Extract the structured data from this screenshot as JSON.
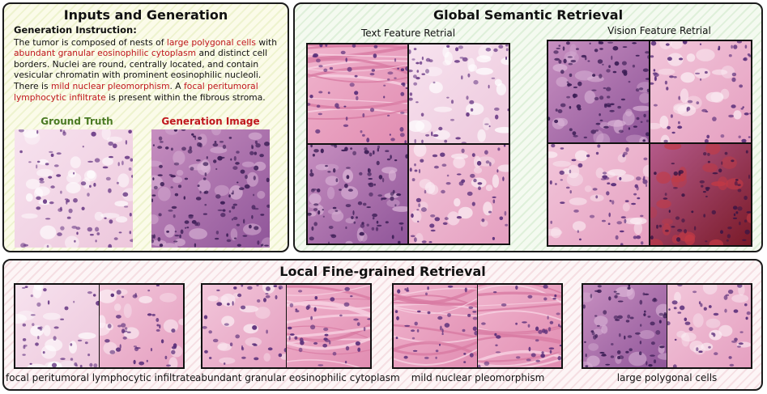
{
  "panels": {
    "inputs": {
      "title": "Inputs and Generation",
      "instruction_heading": "Generation Instruction:",
      "instruction_segments": [
        {
          "text": "The tumor is composed of nests of ",
          "highlight": false
        },
        {
          "text": "large polygonal cells",
          "highlight": true
        },
        {
          "text": " with ",
          "highlight": false
        },
        {
          "text": "abundant granular eosinophilic cytoplasm",
          "highlight": true
        },
        {
          "text": " and distinct cell borders. Nuclei are round, centrally located, and contain vesicular chromatin with prominent eosinophilic nucleoli. There is ",
          "highlight": false
        },
        {
          "text": "mild nuclear pleomorphism",
          "highlight": true
        },
        {
          "text": ". A ",
          "highlight": false
        },
        {
          "text": "focal peritumoral lymphocytic infiltrate",
          "highlight": true
        },
        {
          "text": " is present within the fibrous stroma.",
          "highlight": false
        }
      ],
      "ground_truth_label": "Ground Truth",
      "generation_label": "Generation Image"
    },
    "global": {
      "title": "Global Semantic Retrieval",
      "text_feature_label": "Text Feature Retrial",
      "vision_feature_label": "Vision Feature Retrial"
    },
    "local": {
      "title": "Local Fine-grained Retrieval",
      "groups": [
        {
          "caption": "focal peritumoral lymphocytic infiltrate"
        },
        {
          "caption": "abundant granular eosinophilic cytoplasm"
        },
        {
          "caption": "mild nuclear pleomorphism"
        },
        {
          "caption": "large polygonal cells"
        }
      ]
    }
  },
  "colors": {
    "highlight": "#c0161d",
    "ground_truth_label": "#4a7a23",
    "generation_label": "#c0161d",
    "tissue_pink": "#e7a4c2",
    "tissue_purple": "#8a4f93",
    "blood_red": "#a51f2a"
  }
}
